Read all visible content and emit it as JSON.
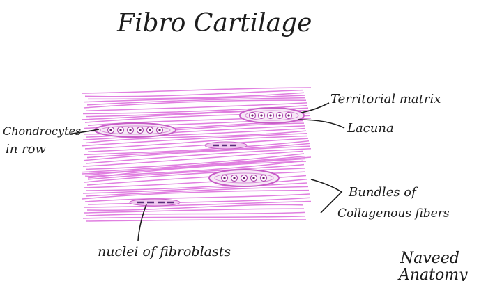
{
  "title": "Fibro Cartilage",
  "labels": {
    "territorial_matrix": "Territorial matrix",
    "lacuna": "Lacuna",
    "chondrocytes_line1": "Chondrocytes",
    "chondrocytes_line2": "in row",
    "bundles_line1": "Bundles of",
    "bundles_line2": "Collagenous fibers",
    "nuclei": "nuclei of fibroblasts"
  },
  "signature": {
    "line1": "Naveed",
    "line2": "Anatomy"
  },
  "colors": {
    "fiber": "#e07fe0",
    "fiber_dark": "#c75ec7",
    "cell_fill": "#f6e8f6",
    "ink": "#1c1c1c"
  }
}
